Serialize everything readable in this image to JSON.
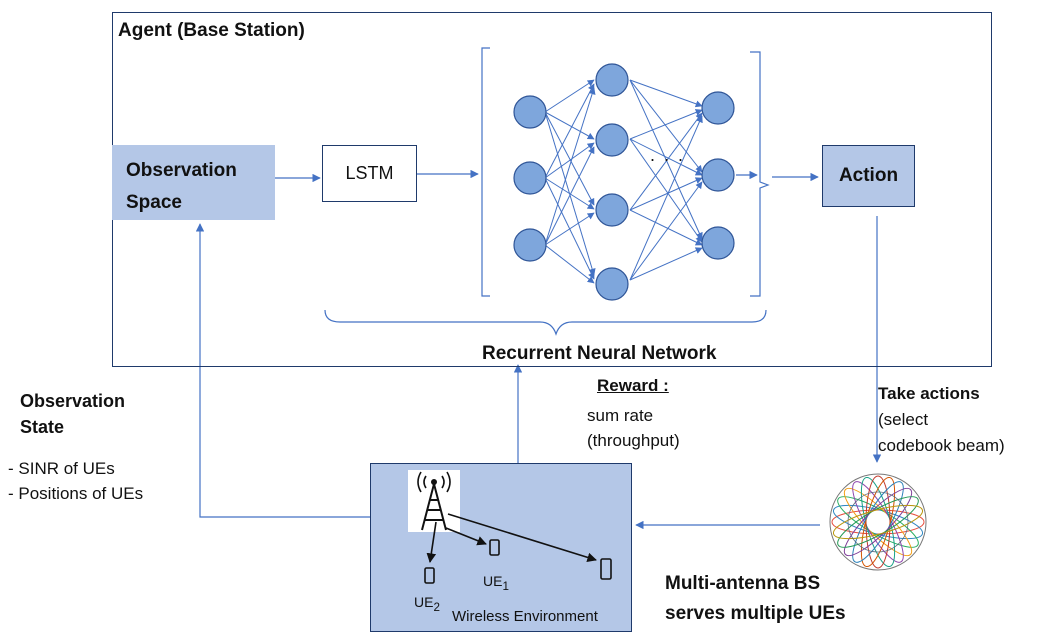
{
  "agent": {
    "title": "Agent (Base Station)"
  },
  "observation_space": {
    "line1": "Observation",
    "line2": "Space"
  },
  "lstm": {
    "label": "LSTM"
  },
  "rnn": {
    "label": "Recurrent Neural Network",
    "ellipsis": ". . ."
  },
  "action": {
    "label": "Action"
  },
  "observation_state": {
    "title_line1": "Observation",
    "title_line2": "State",
    "items": [
      "- SINR of UEs",
      "- Positions of UEs"
    ]
  },
  "reward": {
    "title": "Reward :",
    "line1": "sum rate",
    "line2": "(throughput)"
  },
  "take_actions": {
    "title": "Take actions",
    "line1": "(select",
    "line2": "codebook beam)"
  },
  "environment": {
    "label": "Wireless Environment",
    "ue1": "UE",
    "ue1_sub": "1",
    "ue2": "UE",
    "ue2_sub": "2"
  },
  "bs_caption": {
    "line1": "Multi-antenna  BS",
    "line2": "serves multiple  UEs"
  },
  "colors": {
    "box_fill": "#b4c7e7",
    "arrow": "#4472c4",
    "node_fill": "#7ea6dc",
    "node_stroke": "#2f5597"
  }
}
